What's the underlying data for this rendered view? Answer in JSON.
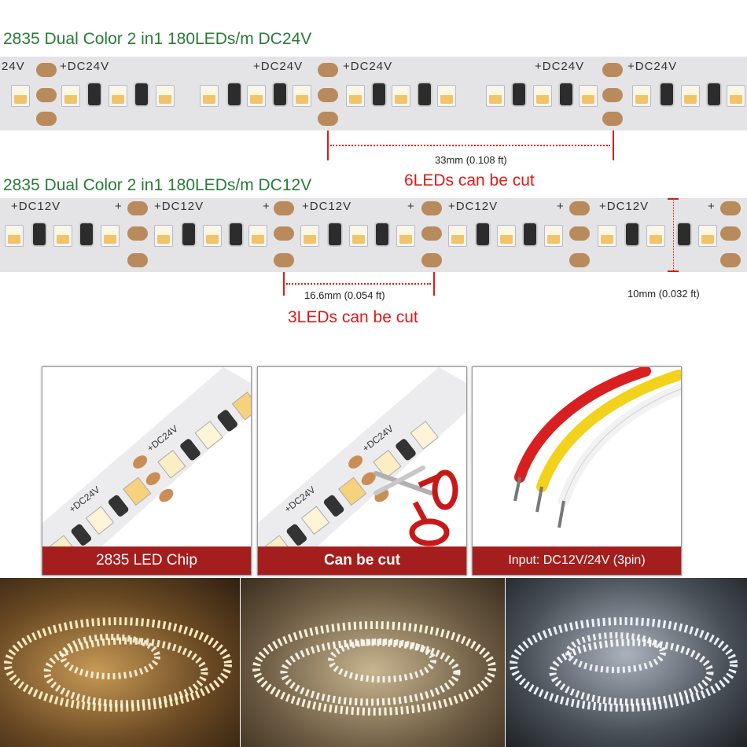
{
  "titles": {
    "dc24": "2835 Dual Color 2 in1 180LEDs/m DC24V",
    "dc12": "2835 Dual Color 2 in1 180LEDs/m DC12V"
  },
  "strip24": {
    "labels": [
      "24V",
      "+DC24V",
      "+DC24V",
      "+DC24V",
      "+DC24V",
      "+DC24V"
    ],
    "measure": "33mm (0.108 ft)",
    "cut": "6LEDs can be cut"
  },
  "strip12": {
    "labels": [
      "+DC12V",
      "+DC12V",
      "+DC12V",
      "+DC12V",
      "+DC12V"
    ],
    "plus": "+",
    "measure": "16.6mm (0.054 ft)",
    "width_measure": "10mm (0.032 ft)",
    "cut": "3LEDs can be cut"
  },
  "panels": [
    {
      "caption": "2835 LED Chip",
      "labels": [
        "+DC24V",
        "+DC24V"
      ]
    },
    {
      "caption": "Can be cut",
      "labels": [
        "+DC24V",
        "+DC24V"
      ]
    },
    {
      "caption": "Input: DC12V/24V (3pin)"
    }
  ],
  "colors": {
    "title_green": "#2a7a3a",
    "accent_red": "#e01818",
    "caption_red": "#a51e1e",
    "wire_red": "#d82020",
    "wire_yellow": "#f2d21a",
    "wire_white": "#f2f2f2"
  },
  "icons": [
    "scissors-icon"
  ]
}
